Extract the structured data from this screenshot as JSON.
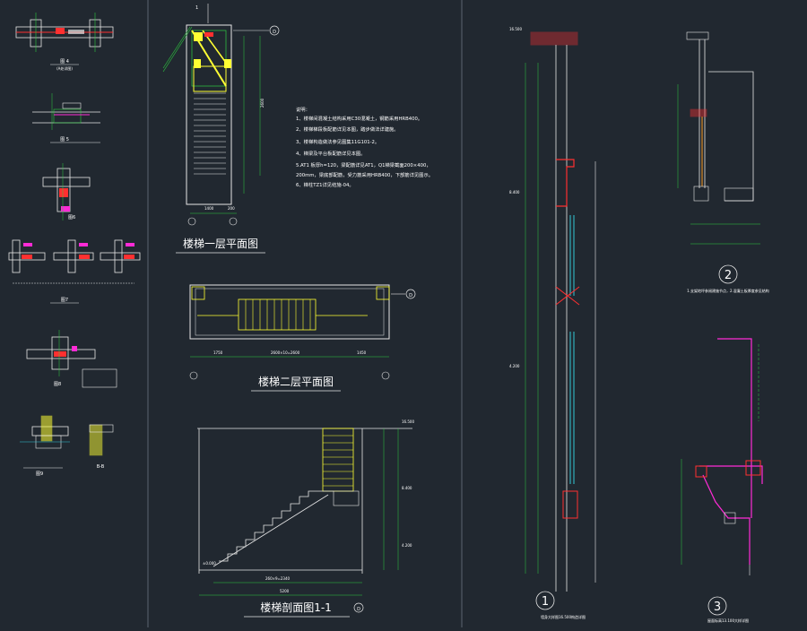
{
  "drawing": {
    "background": "#212830",
    "colors": {
      "line": "#e6e6e6",
      "green": "#2ecc40",
      "cyan": "#33c8d6",
      "yellow": "#ffff33",
      "red": "#ff3030",
      "magenta": "#ff2bd6",
      "blue": "#3c64d8",
      "orange": "#ffa028"
    }
  },
  "axis_labels": {
    "plan1_axis": "D",
    "plan2_axis": "D",
    "section_axis": "D",
    "axis_number_1": "1"
  },
  "titles": {
    "stair_plan_1": "楼梯一层平面图",
    "stair_plan_2": "楼梯二层平面图",
    "stair_section": "楼梯剖面图1-1"
  },
  "left_details": {
    "fig4": "图 4",
    "fig5": "图 5",
    "fig6": "图6",
    "fig7": "图7",
    "fig8": "图8",
    "fig9": "图9",
    "section_bb": "B-B",
    "bracket_note": "(A处详图)"
  },
  "notes": [
    "说明：",
    "1、楼梯间混凝土结构采用C30混凝土，钢筋采用HRB400。",
    "2、楼梯梯段板配筋详见本图，踏步做法详建施。",
    "3、楼梯构造做法参见图集11G101-2。",
    "4、梯梁及平台板配筋详见本图。",
    "5.AT1 板厚h=120，梁配筋详见AT1，Q1梯梁截面200×400，",
    "   200mm，梁底部配筋，受力筋采用HRB400，下部筋详见图示。",
    "6、梯柱TZ1详见结施-04。"
  ],
  "detail_markers": {
    "d1": "1",
    "d2": "2",
    "d3": "3"
  },
  "detail_captions": {
    "d1": "墙身大样图16.500构造详图",
    "d2": "1.支架地坪参阅建施节点，2.混凝土板厚度参见结构",
    "d3": "屋面标高13.100大样详图"
  },
  "dimensions": {
    "plan1_bottom_left": "1400",
    "plan1_bottom_right": "200",
    "plan1_right": "2600",
    "plan2_left": "1750",
    "plan2_middle": "2600×10=2600",
    "plan2_right": "1450",
    "section_total": "5200",
    "section_run": "260×9=2340",
    "elev_top": "16.500",
    "elev_mid": "8.400",
    "elev_low": "4.200",
    "elev_ground": "±0.000"
  }
}
